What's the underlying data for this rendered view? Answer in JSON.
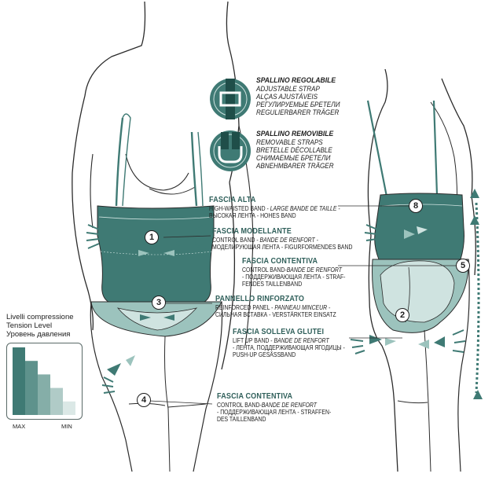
{
  "colors": {
    "teal": "#3f7a74",
    "teal_light": "#9cc3bd",
    "line": "#2b2b2b"
  },
  "straps": [
    {
      "icon": "adjustable-strap-icon",
      "title": "SPALLINO REGOLABILE",
      "lines": [
        "ADJUSTABLE STRAP",
        "ALÇAS AJUSTÁVEIS",
        "РЕГУЛИРУЕМЫЕ БРЕТЕЛИ",
        "REGULIERBARER TRÄGER"
      ]
    },
    {
      "icon": "removable-strap-icon",
      "title": "SPALLINO REMOVIBILE",
      "lines": [
        "REMOVABLE STRAPS",
        "BRETELLE DÉCOLLABLE",
        "СНИМАЕМЫЕ БРЕТЕЛИ",
        "ABNEHMBARER TRÄGER"
      ]
    }
  ],
  "callouts": [
    {
      "key": "fascia_alta",
      "title": "FASCIA ALTA",
      "lines": [
        {
          "plain": "HIGH-WAISTED BAND - ",
          "italic": "LARGE BANDE DE TAILLE -"
        },
        {
          "plain": "ВЫСОКАЯ ЛЕНТА - HOHES BAND",
          "italic": ""
        }
      ]
    },
    {
      "key": "fascia_modellante",
      "title": "FASCIA MODELLANTE",
      "lines": [
        {
          "plain": "CONTROL BAND - ",
          "italic": "BANDE DE RENFORT -"
        },
        {
          "plain": "МОДЕЛИРУЮЩАЯ ЛЕНТА - FIGURFORMENDES BAND",
          "italic": ""
        }
      ]
    },
    {
      "key": "fascia_contentiva_1",
      "title": "FASCIA CONTENTIVA",
      "lines": [
        {
          "plain": "CONTROL BAND-",
          "italic": "BANDE DE RENFORT"
        },
        {
          "plain": "- ПОДДЕРЖИВАЮЩАЯ ЛЕНТА - STRAF-",
          "italic": ""
        },
        {
          "plain": "FENDES TAILLENBAND",
          "italic": ""
        }
      ]
    },
    {
      "key": "pannello_rinforzato",
      "title": "PANNELLO RINFORZATO",
      "lines": [
        {
          "plain": "REINFORCED  PANEL - ",
          "italic": "PANNEAU MINCEUR -"
        },
        {
          "plain": "СИЛЬНАЯ ВСТАВКА - VERSTÄRKTER EINSATZ",
          "italic": ""
        }
      ]
    },
    {
      "key": "fascia_solleva_glutei",
      "title": "FASCIA SOLLEVA GLUTEI",
      "lines": [
        {
          "plain": "LIFT UP BAND - ",
          "italic": "BANDE DE RENFORT"
        },
        {
          "plain": "- ЛЕНТА, ПОДДЕРЖИВАЮЩАЯ ЯГОДИЦЫ -",
          "italic": ""
        },
        {
          "plain": "PUSH-UP GESÄSSBAND",
          "italic": ""
        }
      ]
    },
    {
      "key": "fascia_contentiva_2",
      "title": "FASCIA CONTENTIVA",
      "lines": [
        {
          "plain": "CONTROL BAND-",
          "italic": "BANDE DE RENFORT"
        },
        {
          "plain": "- ПОДДЕРЖИВАЮЩАЯ ЛЕНТА - STRAFFEN-",
          "italic": ""
        },
        {
          "plain": "DES TAILLENBAND",
          "italic": ""
        }
      ]
    }
  ],
  "markers": [
    "1",
    "2",
    "3",
    "4",
    "5",
    "8"
  ],
  "legend": {
    "title_lines": [
      "Livelli compressione",
      "Tension Level",
      "Уровень давления"
    ],
    "levels": [
      1.0,
      0.8,
      0.6,
      0.4,
      0.2
    ],
    "max_label": "MAX",
    "min_label": "MIN"
  }
}
